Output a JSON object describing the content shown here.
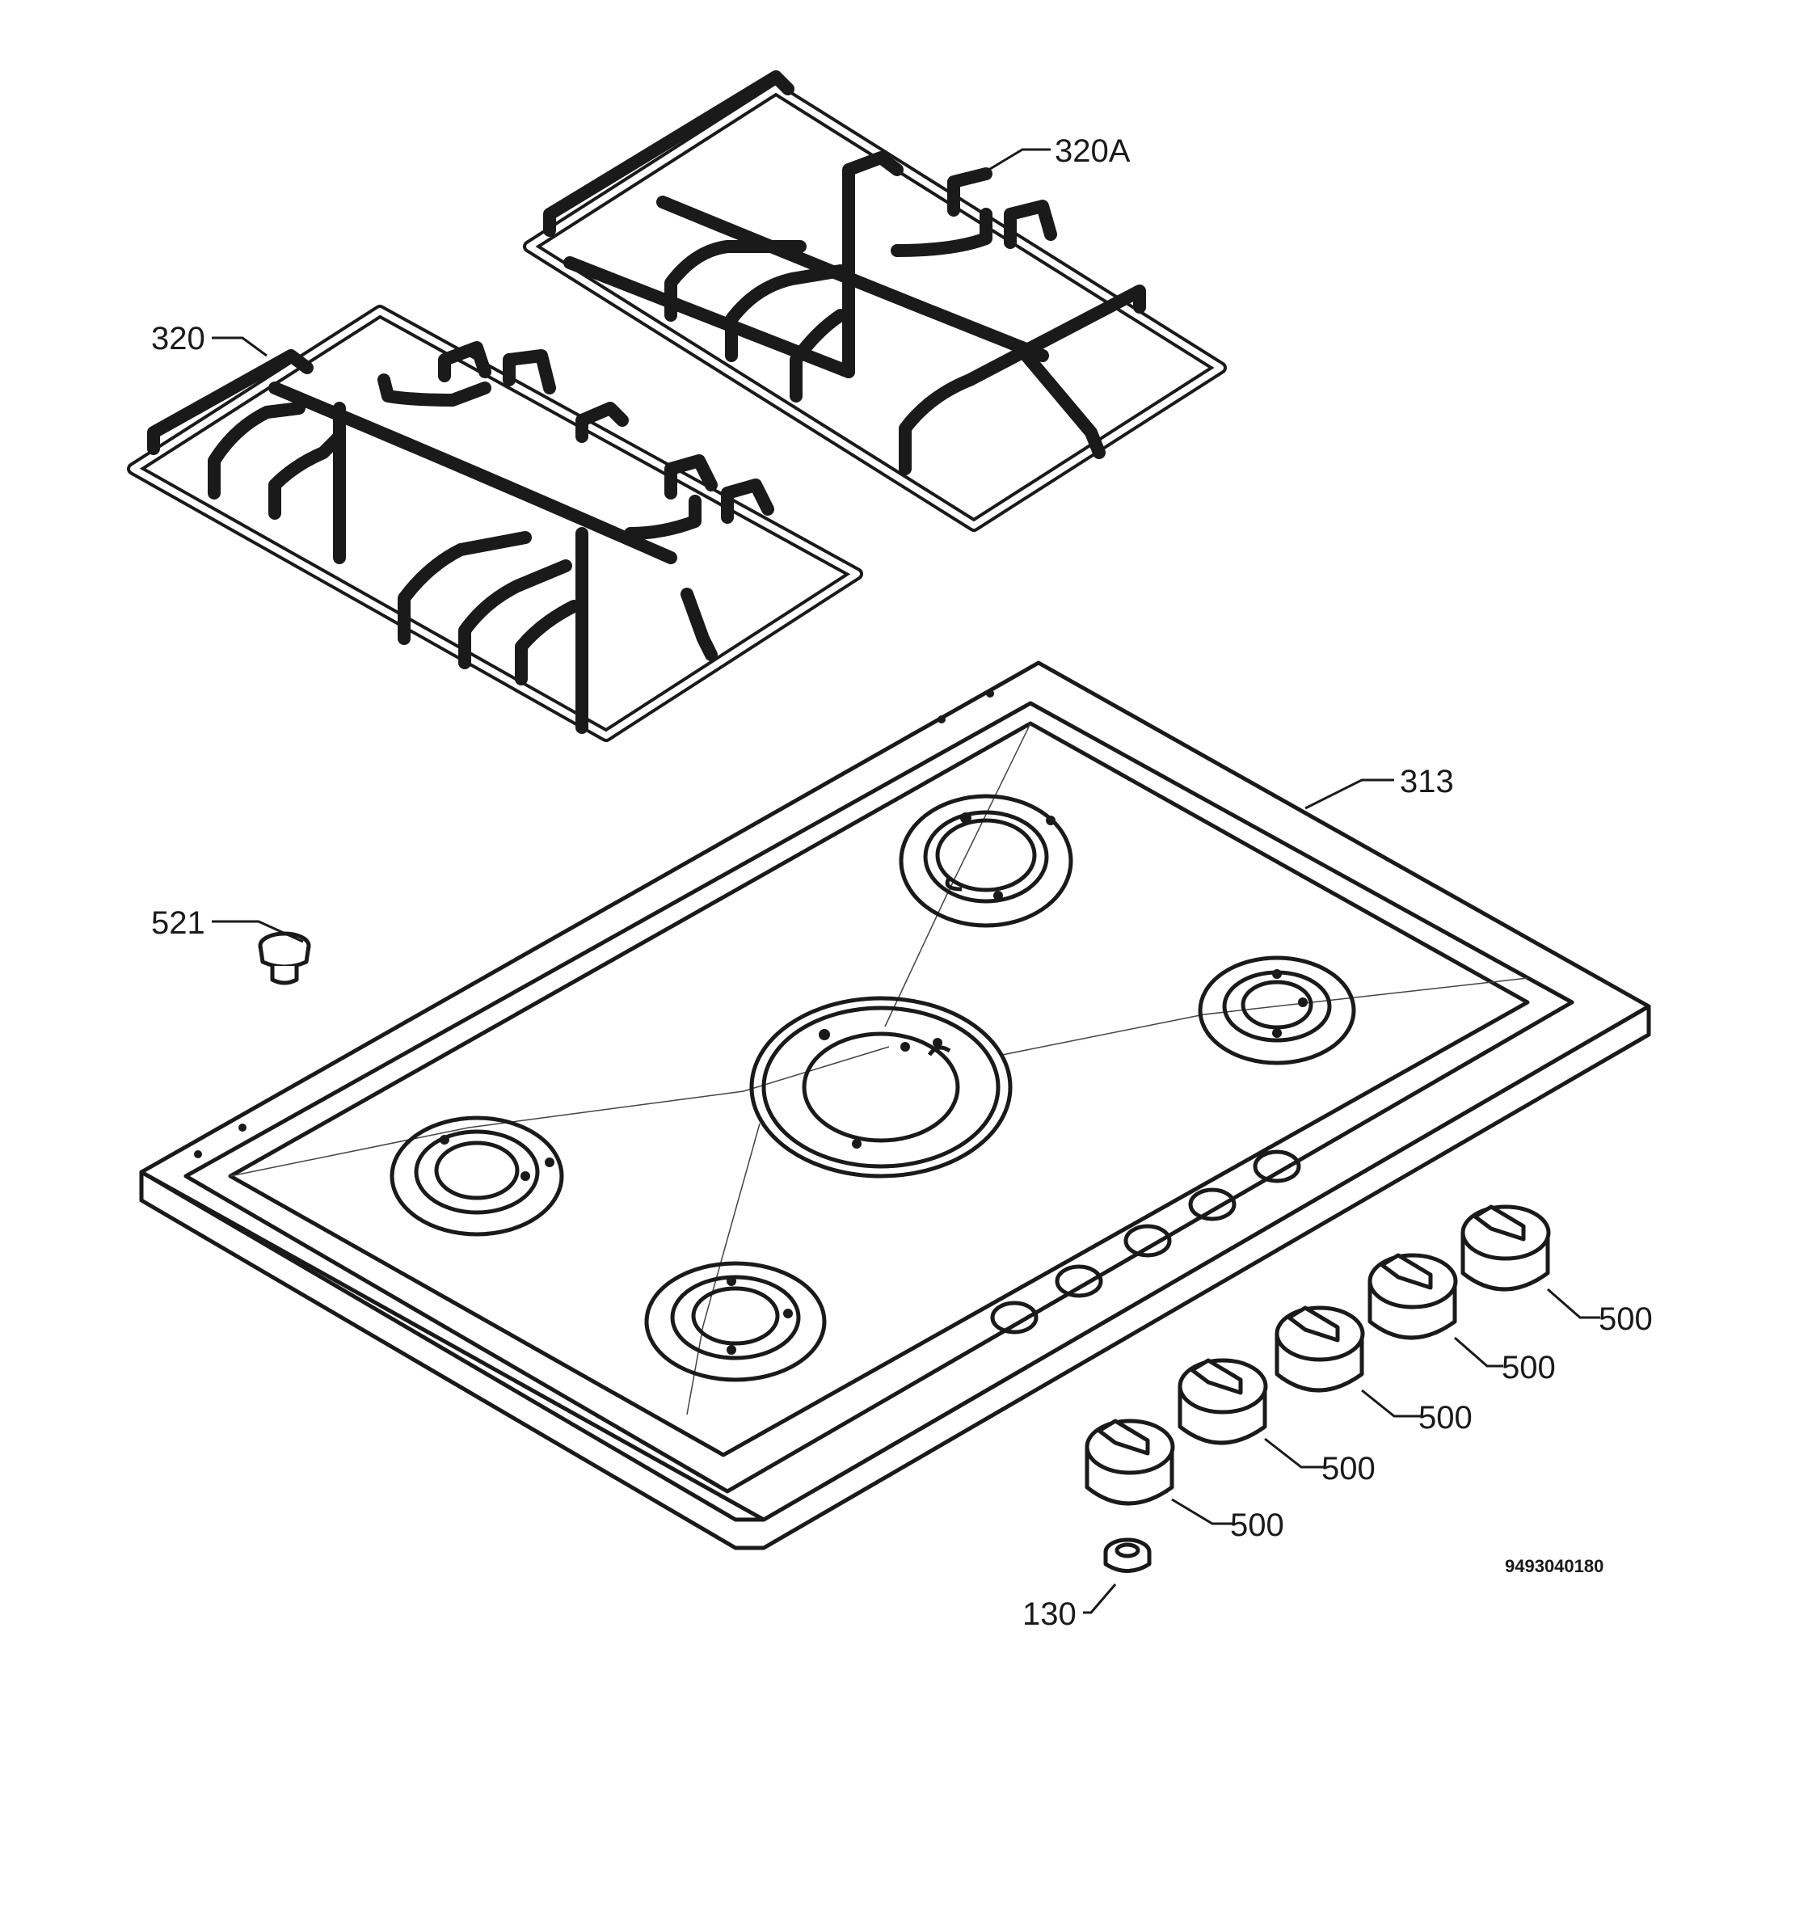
{
  "labels": {
    "grid_right": "320A",
    "grid_left": "320",
    "hob_top": "313",
    "screw": "521",
    "knob_1": "500",
    "knob_2": "500",
    "knob_3": "500",
    "knob_4": "500",
    "knob_5": "500",
    "seal": "130",
    "drawing_number": "9493040180"
  },
  "colors": {
    "line": "#1a1a1a",
    "background": "#ffffff"
  }
}
